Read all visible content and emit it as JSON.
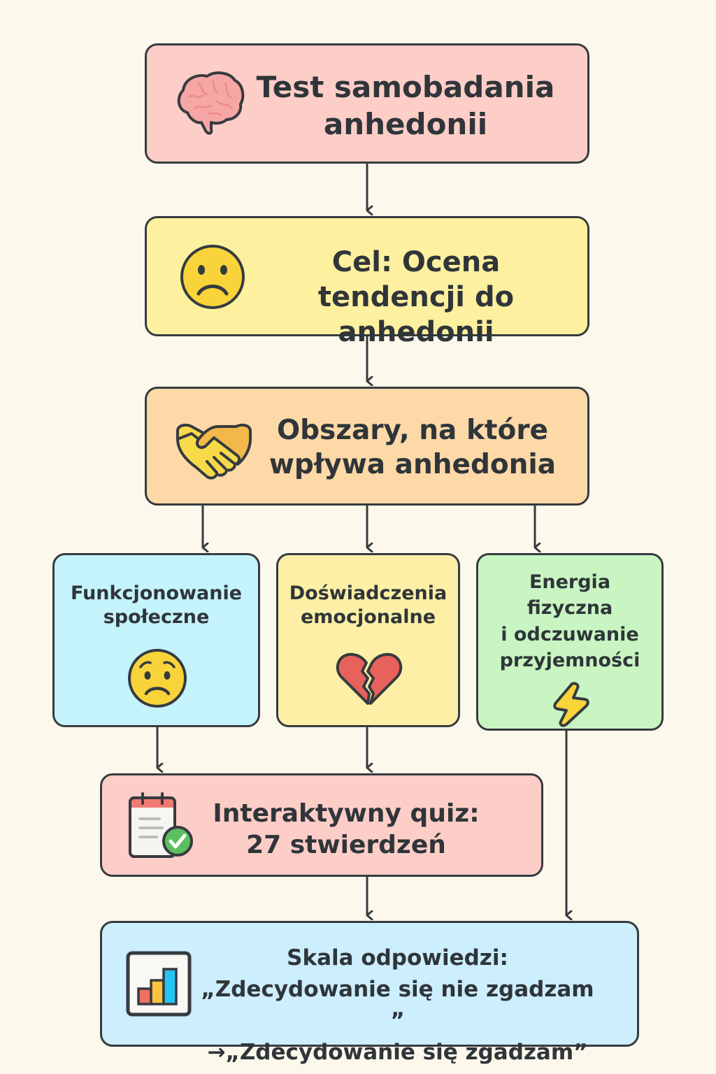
{
  "diagram": {
    "title": {
      "line1": "Test samobadania",
      "line2": "anhedonii",
      "icon": "brain-icon"
    },
    "goal": {
      "line1": "Cel: Ocena",
      "line2": "tendencji do anhedonii",
      "icon": "frowning-face-icon"
    },
    "areas": {
      "line1": "Obszary, na które",
      "line2": "wpływa anhedonia",
      "icon": "handshake-icon"
    },
    "branches": [
      {
        "lines": [
          "Funkcjonowanie",
          "społeczne"
        ],
        "icon": "worried-face-icon"
      },
      {
        "lines": [
          "Doświadczenia",
          "emocjonalne"
        ],
        "icon": "broken-heart-icon"
      },
      {
        "lines": [
          "Energia",
          "fizyczna",
          "i odczuwanie",
          "przyjemności"
        ],
        "icon": "lightning-icon"
      }
    ],
    "quiz": {
      "line1": "Interaktywny quiz:",
      "line2": "27 stwierdzeń",
      "icon": "checklist-calendar-icon"
    },
    "scale": {
      "line1": "Skala odpowiedzi:",
      "line2": "„Zdecydowanie się nie zgadzam ”",
      "line3": "→„Zdecydowanie się zgadzam”",
      "icon": "bar-chart-icon"
    },
    "colors": {
      "background": "#fdf8ec",
      "title_box": "#fdcdc7",
      "goal_box": "#fdf09f",
      "areas_box": "#fdd9a8",
      "social_box": "#c5f3fc",
      "emotion_box": "#fdf0a6",
      "energy_box": "#c8f5c2",
      "quiz_box": "#fdcdc7",
      "scale_box": "#cceefd",
      "stroke": "#363b3f"
    }
  }
}
